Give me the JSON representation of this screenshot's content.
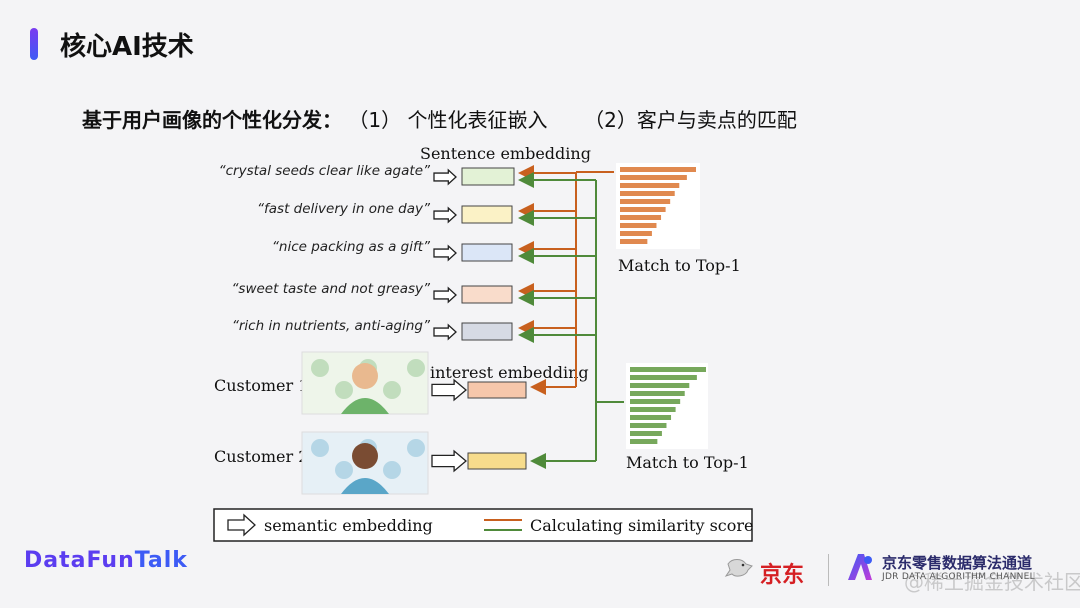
{
  "slide": {
    "title": "核心AI技术",
    "subtitle_lead": "基于用户画像的个性化分发：",
    "subtitle_part1": "（1） 个性化表征嵌入",
    "subtitle_part2": "（2）客户与卖点的匹配"
  },
  "diagram": {
    "sentence_label": "Sentence embedding",
    "interest_label": "interest embedding",
    "sentences": [
      {
        "text": "“crystal seeds clear like agate”",
        "color": "#e3f2d6"
      },
      {
        "text": "“fast delivery in one day”",
        "color": "#fbf2c6"
      },
      {
        "text": "“nice packing as a gift”",
        "color": "#dbe6f7"
      },
      {
        "text": "“sweet taste and not greasy”",
        "color": "#f9dccb"
      },
      {
        "text": "“rich in nutrients, anti-aging”",
        "color": "#d6dae4"
      }
    ],
    "customers": [
      {
        "label": "Customer 1",
        "embedding_color": "#f6c7ab",
        "photo_theme": "#6db36a"
      },
      {
        "label": "Customer 2",
        "embedding_color": "#f7dc8c",
        "photo_theme": "#5aa6c8"
      }
    ],
    "match_labels": [
      "Match to Top-1",
      "Match to Top-1"
    ],
    "orange_bar_scores": [
      1.0,
      0.88,
      0.78,
      0.72,
      0.66,
      0.6,
      0.54,
      0.48,
      0.42,
      0.36
    ],
    "green_bar_scores": [
      1.0,
      0.88,
      0.78,
      0.72,
      0.66,
      0.6,
      0.54,
      0.48,
      0.42,
      0.36
    ],
    "colors": {
      "orange": "#c8601e",
      "green": "#4f8a3a",
      "bar_orange": "#e0894f",
      "bar_green": "#77a85c"
    }
  },
  "legend": {
    "semantic": "semantic embedding",
    "similarity": "Calculating similarity score"
  },
  "footer": {
    "datafun_a": "DataFun",
    "datafun_b": "Talk",
    "jd": "京东",
    "jdr_title": "京东零售数据算法通道",
    "jdr_sub": "JDR DATA ALGORITHM CHANNEL",
    "watermark": "@稀土掘金技术社区"
  }
}
